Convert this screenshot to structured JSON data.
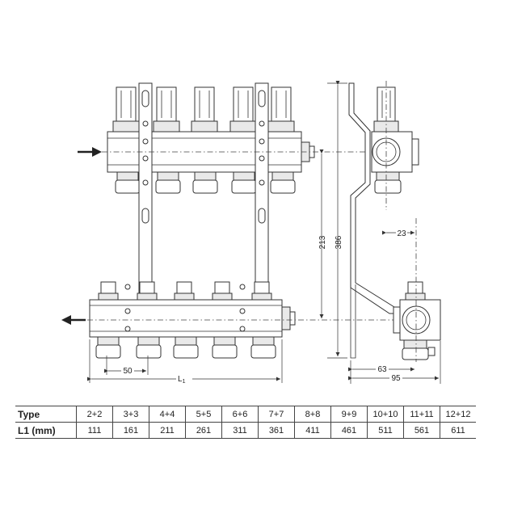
{
  "dimensions": {
    "spacing": "50",
    "length_label": "L",
    "length_subscript": "1",
    "height_between": "213",
    "total_height": "386",
    "offset": "23",
    "depth_inner": "63",
    "depth_total": "95"
  },
  "table": {
    "row1_label": "Type",
    "row2_label": "L1 (mm)",
    "types": [
      "2+2",
      "3+3",
      "4+4",
      "5+5",
      "6+6",
      "7+7",
      "8+8",
      "9+9",
      "10+10",
      "11+11",
      "12+12"
    ],
    "lengths": [
      "111",
      "161",
      "211",
      "261",
      "311",
      "361",
      "411",
      "461",
      "511",
      "561",
      "611"
    ]
  }
}
